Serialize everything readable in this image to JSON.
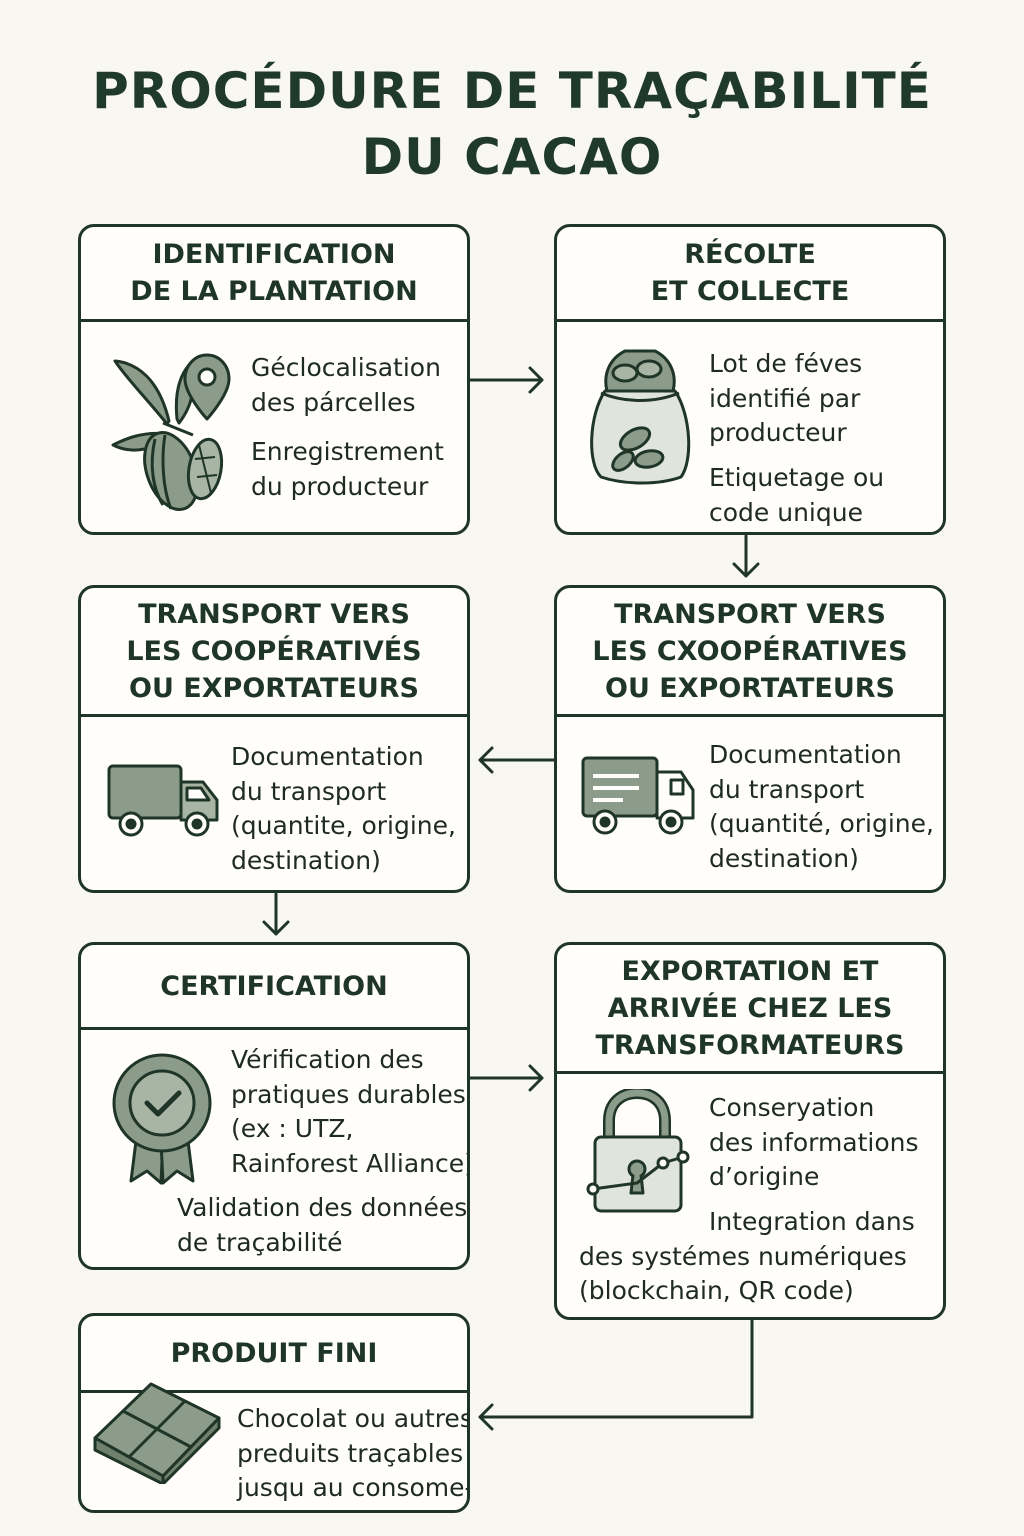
{
  "title": [
    "PROCÉDURE DE TRAÇABILITÉ",
    "DU CACAO"
  ],
  "boxes": {
    "identification": {
      "heading": [
        "IDENTIFICATION",
        "DE LA PLANTATION"
      ],
      "text1": [
        "Géclocalisation",
        "des párcelles"
      ],
      "text2": [
        "Enregistrement",
        "du producteur"
      ],
      "icon": "cacao-pod-location-icon"
    },
    "recolte": {
      "heading": [
        "RÉCOLTE",
        "ET COLLECTE"
      ],
      "text1": [
        "Lot de féves",
        "identifié par",
        "producteur"
      ],
      "text2": [
        "Etiquetage ou",
        "code unique"
      ],
      "icon": "bean-sack-icon"
    },
    "transport_left": {
      "heading": [
        "TRANSPORT VERS",
        "LES COOPÉRATIVÉS",
        "OU EXPORTATEURS"
      ],
      "text1": [
        "Documentation",
        "du transport",
        "(quantite,  origine,",
        "destination)"
      ],
      "icon": "truck-icon"
    },
    "transport_right": {
      "heading": [
        "TRANSPORT VERS",
        "LES CXOOPÉRATIVES",
        "OU EXPORTATEURS"
      ],
      "text1": [
        "Documentation",
        "du transport",
        "(quantité, origine,",
        "destination)"
      ],
      "icon": "truck-icon"
    },
    "certification": {
      "heading": [
        "CERTIFICATION"
      ],
      "text1": [
        "Vérification des",
        "pratiques durables",
        "(ex : UTZ,",
        "Rainforest Alliance)"
      ],
      "text2": [
        "Validation des données",
        "de traçabilité"
      ],
      "icon": "certificate-badge-icon"
    },
    "exportation": {
      "heading": [
        "EXPORTATION ET",
        "ARRIVÉE CHEZ LES",
        "TRANSFORMATEURS"
      ],
      "text1": [
        "Conseryation",
        "des informations",
        "d’origine"
      ],
      "text2": [
        "Integration dans",
        "des systémes numériques",
        "(blockchain, QR code)"
      ],
      "icon": "padlock-network-icon"
    },
    "produit": {
      "heading": [
        "PRODUIT FINI"
      ],
      "text1": [
        "Chocolat ou autres",
        "preduits traçables",
        "jusqu au consome-"
      ],
      "icon": "chocolate-bar-icon"
    }
  },
  "colors": {
    "outline": "#1f3527",
    "icon_fill": "#8c9c8a",
    "background": "#f9f7f1"
  }
}
